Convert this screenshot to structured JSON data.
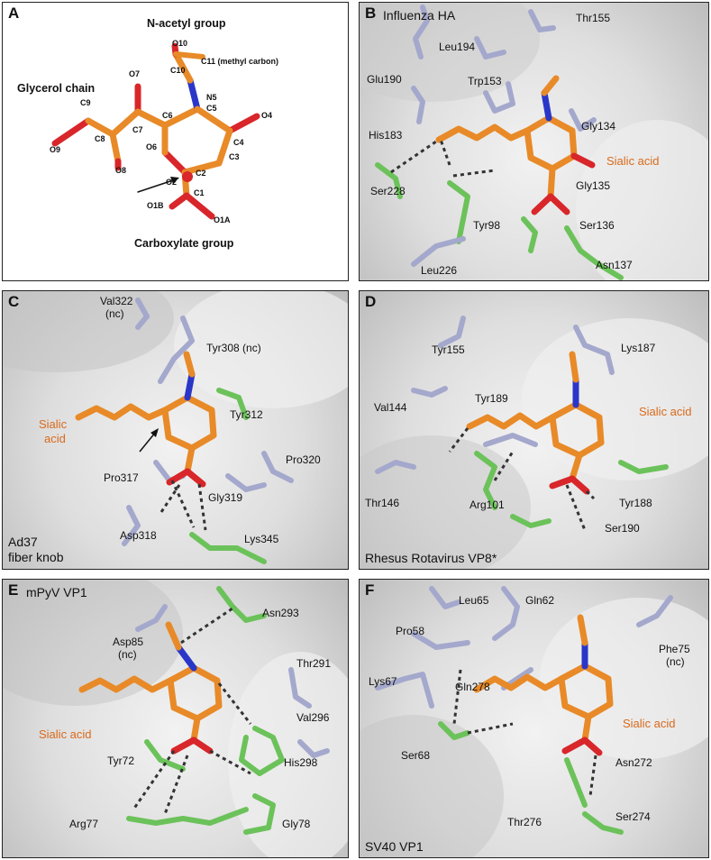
{
  "panels": {
    "A": {
      "letter": "A",
      "labels": {
        "n_acetyl": "N-acetyl group",
        "glycerol": "Glycerol chain",
        "carboxylate": "Carboxylate group",
        "o10": "O10",
        "c10": "C10",
        "c11": "C11 (methyl carbon)",
        "n5": "N5",
        "c5": "C5",
        "o7": "O7",
        "c9": "C9",
        "c7": "C7",
        "c6": "C6",
        "o4": "O4",
        "c8": "C8",
        "o6": "O6",
        "c4": "C4",
        "o9": "O9",
        "c3": "C3",
        "o8": "O8",
        "c2": "C2",
        "o2": "O2",
        "c1": "C1",
        "o1b": "O1B",
        "o1a": "O1A"
      }
    },
    "B": {
      "letter": "B",
      "title": "Influenza HA",
      "residues": {
        "thr155": "Thr155",
        "leu194": "Leu194",
        "glu190": "Glu190",
        "trp153": "Trp153",
        "his183": "His183",
        "gly134": "Gly134",
        "sialic": "Sialic acid",
        "ser228": "Ser228",
        "gly135": "Gly135",
        "tyr98": "Tyr98",
        "ser136": "Ser136",
        "leu226": "Leu226",
        "asn137": "Asn137"
      }
    },
    "C": {
      "letter": "C",
      "title_line1": "Ad37",
      "title_line2": "fiber knob",
      "residues": {
        "val322": "Val322",
        "val322_nc": "(nc)",
        "tyr308": "Tyr308 (nc)",
        "tyr312": "Tyr312",
        "sialic1": "Sialic",
        "sialic2": "acid",
        "pro317": "Pro317",
        "pro320": "Pro320",
        "gly319": "Gly319",
        "asp318": "Asp318",
        "lys345": "Lys345"
      }
    },
    "D": {
      "letter": "D",
      "title": "Rhesus Rotavirus VP8*",
      "residues": {
        "tyr155": "Tyr155",
        "lys187": "Lys187",
        "val144": "Val144",
        "tyr189": "Tyr189",
        "sialic": "Sialic acid",
        "thr146": "Thr146",
        "arg101": "Arg101",
        "tyr188": "Tyr188",
        "ser190": "Ser190"
      }
    },
    "E": {
      "letter": "E",
      "title": "mPyV VP1",
      "residues": {
        "asn293": "Asn293",
        "asp85": "Asp85",
        "asp85_nc": "(nc)",
        "thr291": "Thr291",
        "val296": "Val296",
        "sialic": "Sialic acid",
        "tyr72": "Tyr72",
        "his298": "His298",
        "arg77": "Arg77",
        "gly78": "Gly78"
      }
    },
    "F": {
      "letter": "F",
      "title": "SV40 VP1",
      "residues": {
        "leu65": "Leu65",
        "gln62": "Gln62",
        "pro58": "Pro58",
        "phe75": "Phe75",
        "phe75_nc": "(nc)",
        "lys67": "Lys67",
        "gln278": "Gln278",
        "sialic": "Sialic acid",
        "ser68": "Ser68",
        "asn272": "Asn272",
        "thr276": "Thr276",
        "ser274": "Ser274"
      }
    }
  },
  "colors": {
    "sialic_carbon": "#e88a28",
    "oxygen": "#d8262a",
    "nitrogen": "#2a36c8",
    "sialic_label": "#d86a1c",
    "residue_lavender": "#a4a8cc",
    "residue_green": "#6cc25a",
    "surface": "#dedede"
  }
}
